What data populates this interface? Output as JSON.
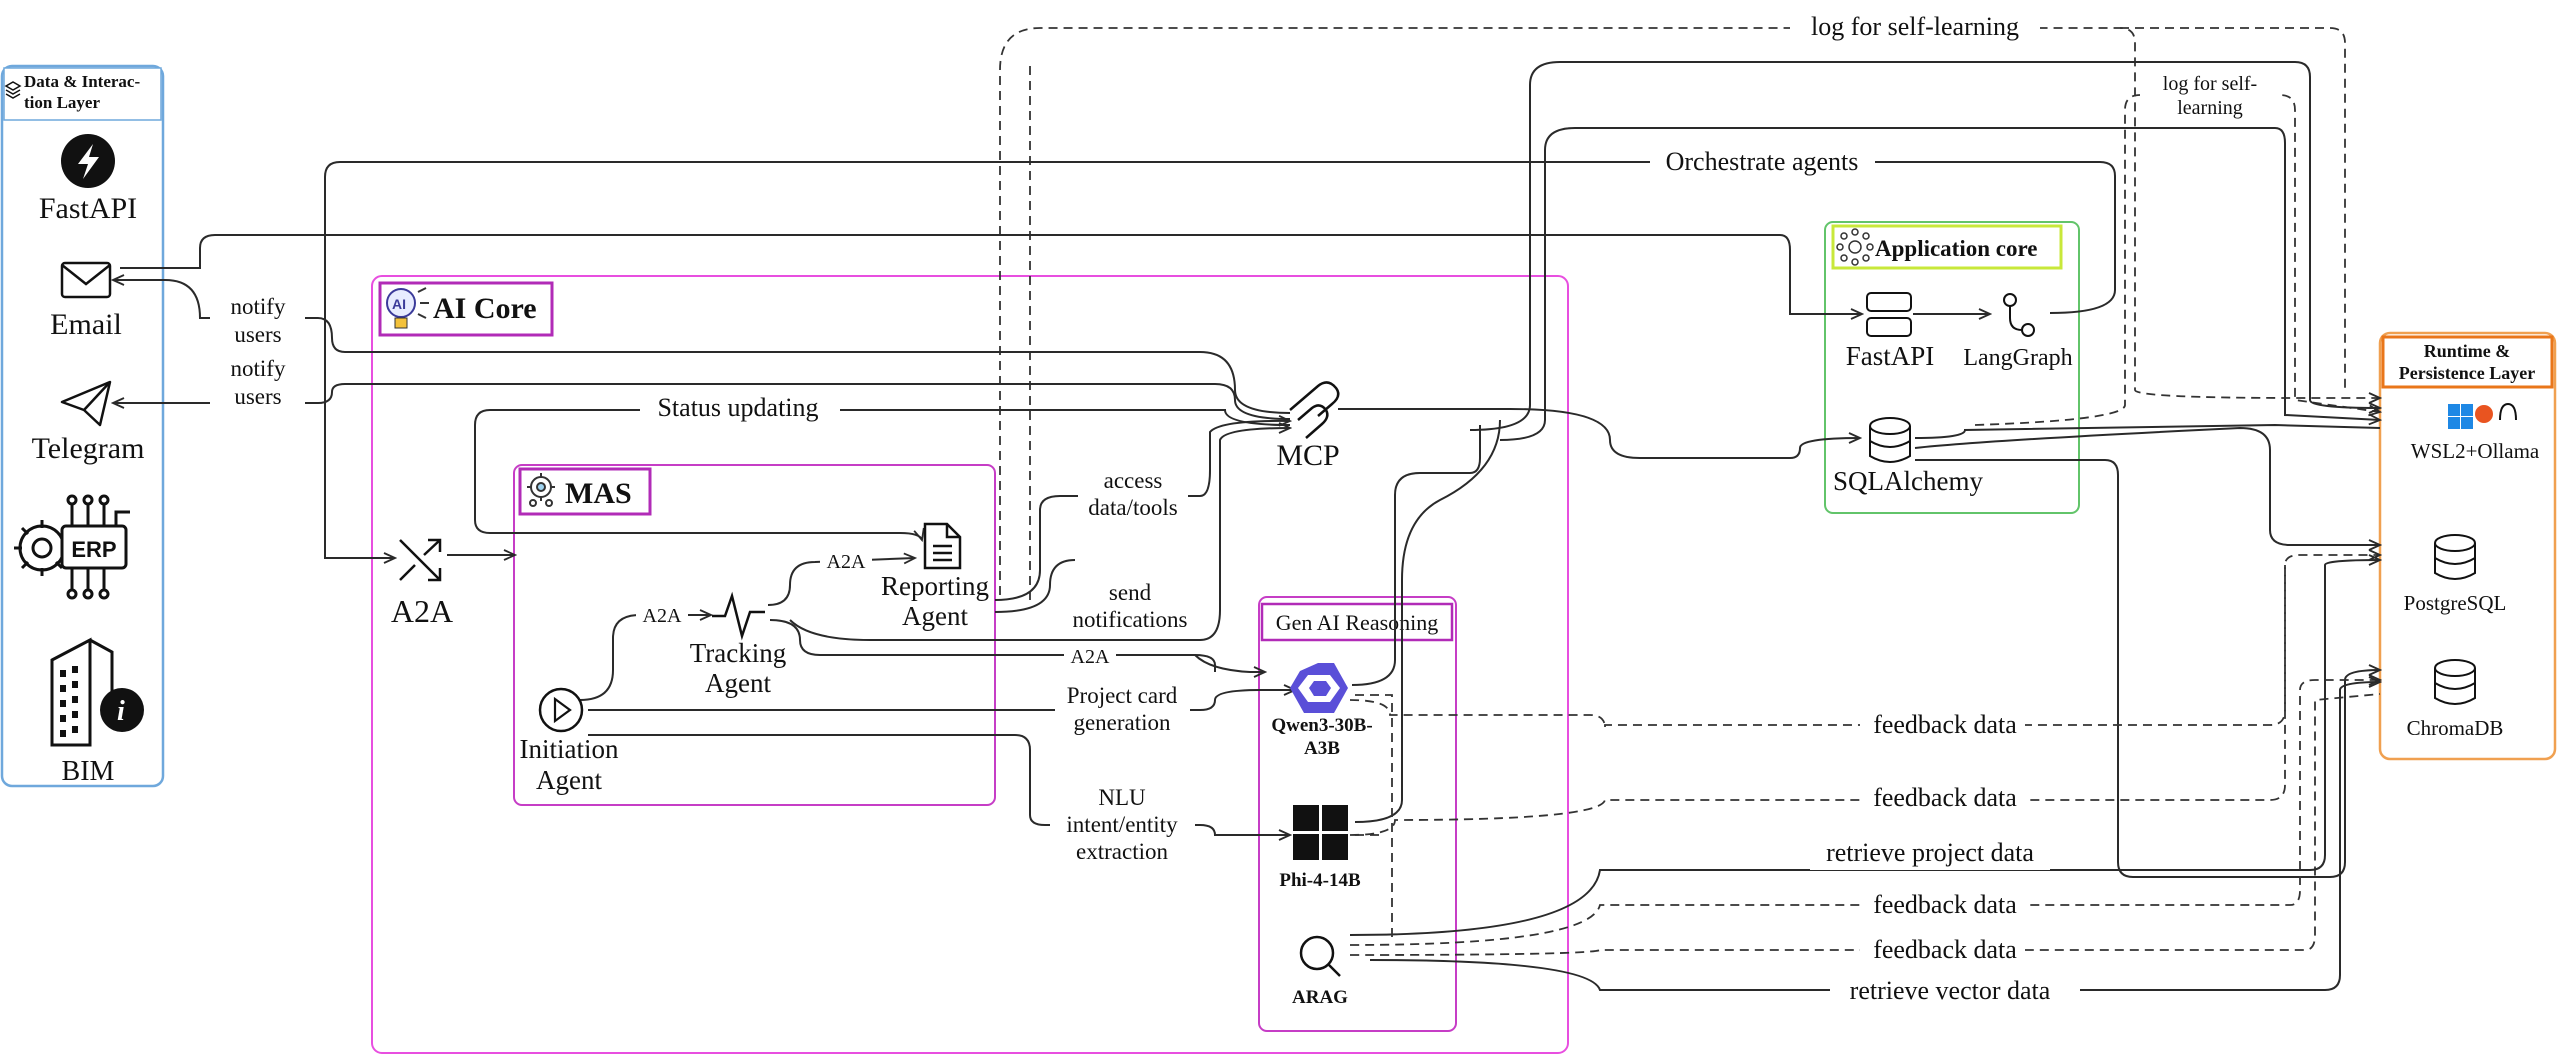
{
  "layers": {
    "data_interaction": {
      "title": "Data & Interac-tion Layer",
      "title_lines": [
        "Data & Interac-",
        "tion Layer"
      ],
      "items": {
        "fastapi": "FastAPI",
        "email": "Email",
        "telegram": "Telegram",
        "erp": "ERP",
        "bim": "BIM"
      }
    },
    "ai_core": {
      "title": "AI Core",
      "a2a": "A2A"
    },
    "mas": {
      "title": "MAS",
      "agents": {
        "reporting": [
          "Reporting",
          "Agent"
        ],
        "tracking": [
          "Tracking",
          "Agent"
        ],
        "initiation": [
          "Initiation",
          "Agent"
        ]
      }
    },
    "gen_ai": {
      "title": "Gen AI Reasoning",
      "models": {
        "qwen": [
          "Qwen3-30B-",
          "A3B"
        ],
        "phi": "Phi-4-14B",
        "arag": "ARAG"
      }
    },
    "mcp": "MCP",
    "application_core": {
      "title": "Application core",
      "fastapi": "FastAPI",
      "langgraph": "LangGraph",
      "sqlalchemy": "SQLAlchemy"
    },
    "runtime": {
      "title_lines": [
        "Runtime &",
        "Persistence Layer"
      ],
      "wsl": "WSL2+Ollama",
      "postgres": "PostgreSQL",
      "chroma": "ChromaDB"
    }
  },
  "edge_labels": {
    "log_self_learning": "log for self-learning",
    "log_self_learning_small": [
      "log for self-",
      "learning"
    ],
    "orchestrate": "Orchestrate agents",
    "notify_users": [
      "notify",
      "users"
    ],
    "status_updating": "Status updating",
    "access_data_tools": [
      "access",
      "data/tools"
    ],
    "send_notifications": [
      "send",
      "notifications"
    ],
    "a2a": "A2A",
    "project_card": [
      "Project card",
      "generation"
    ],
    "nlu": [
      "NLU",
      "intent/entity",
      "extraction"
    ],
    "feedback_data": "feedback data",
    "retrieve_project_data": "retrieve project data",
    "retrieve_vector_data": "retrieve vector data"
  },
  "colors": {
    "data_layer_border": "#6fa8dc",
    "ai_core_border": "#e84fe0",
    "mas_border": "#c63dc6",
    "title_box_border": "#b12bb7",
    "app_core_border": "#62c46a",
    "app_core_title_border": "#c8e83a",
    "runtime_border": "#f0a050",
    "runtime_title_border": "#e9761a"
  }
}
